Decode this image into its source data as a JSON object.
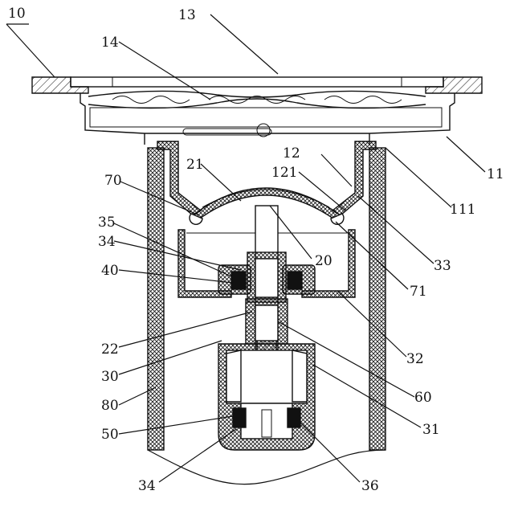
{
  "figure": {
    "labels": [
      {
        "id": "l10",
        "text": "10"
      },
      {
        "id": "l13",
        "text": "13"
      },
      {
        "id": "l14",
        "text": "14"
      },
      {
        "id": "l11",
        "text": "11"
      },
      {
        "id": "l111",
        "text": "111"
      },
      {
        "id": "l12",
        "text": "12"
      },
      {
        "id": "l121",
        "text": "121"
      },
      {
        "id": "l21",
        "text": "21"
      },
      {
        "id": "l70",
        "text": "70"
      },
      {
        "id": "l33",
        "text": "33"
      },
      {
        "id": "l35",
        "text": "35"
      },
      {
        "id": "l34a",
        "text": "34"
      },
      {
        "id": "l20",
        "text": "20"
      },
      {
        "id": "l71",
        "text": "71"
      },
      {
        "id": "l40",
        "text": "40"
      },
      {
        "id": "l32",
        "text": "32"
      },
      {
        "id": "l22",
        "text": "22"
      },
      {
        "id": "l30",
        "text": "30"
      },
      {
        "id": "l60",
        "text": "60"
      },
      {
        "id": "l80",
        "text": "80"
      },
      {
        "id": "l31",
        "text": "31"
      },
      {
        "id": "l50",
        "text": "50"
      },
      {
        "id": "l34b",
        "text": "34"
      },
      {
        "id": "l36",
        "text": "36"
      }
    ]
  }
}
